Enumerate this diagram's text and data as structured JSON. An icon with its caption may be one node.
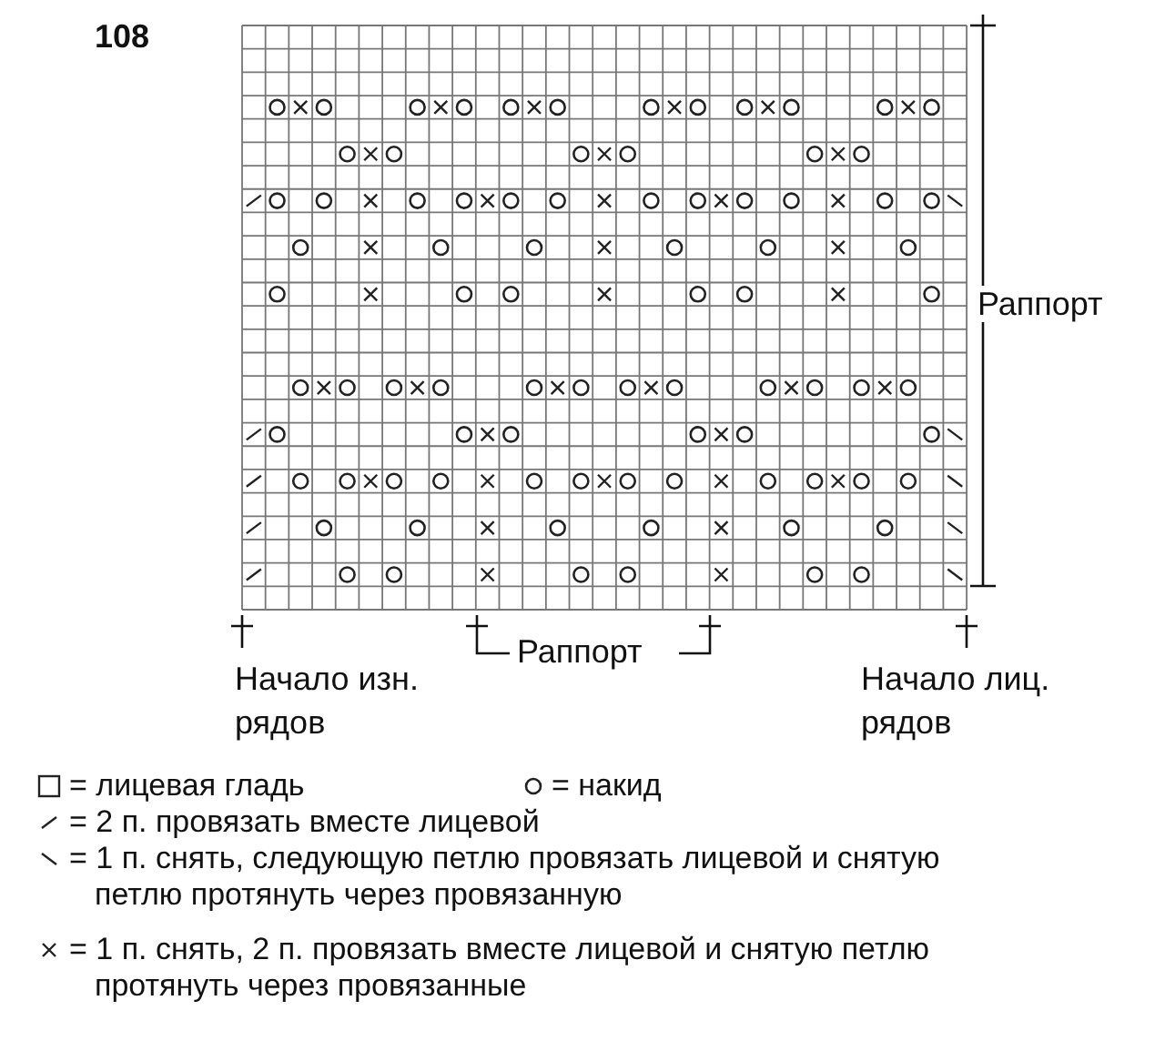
{
  "diagram": {
    "labels": [
      "108",
      "Раппорт",
      "Начало изн. рядов",
      "Раппорт",
      "Начало лиц. рядов"
    ],
    "legend": [
      {
        "text": "= лицевая гладь"
      },
      {
        "text": "= накид"
      },
      {
        "text": "= 2 п. провязать вместе лицевой"
      },
      {
        "text": "= 1 п. снять, следующую петлю провязать лицевой и снятую петлю протянуть через провязанную"
      },
      {
        "text": "= 1 п. снять, 2 п. провязать вместе лицевой и снятую петлю протянуть через провязанные"
      }
    ]
  }
}
